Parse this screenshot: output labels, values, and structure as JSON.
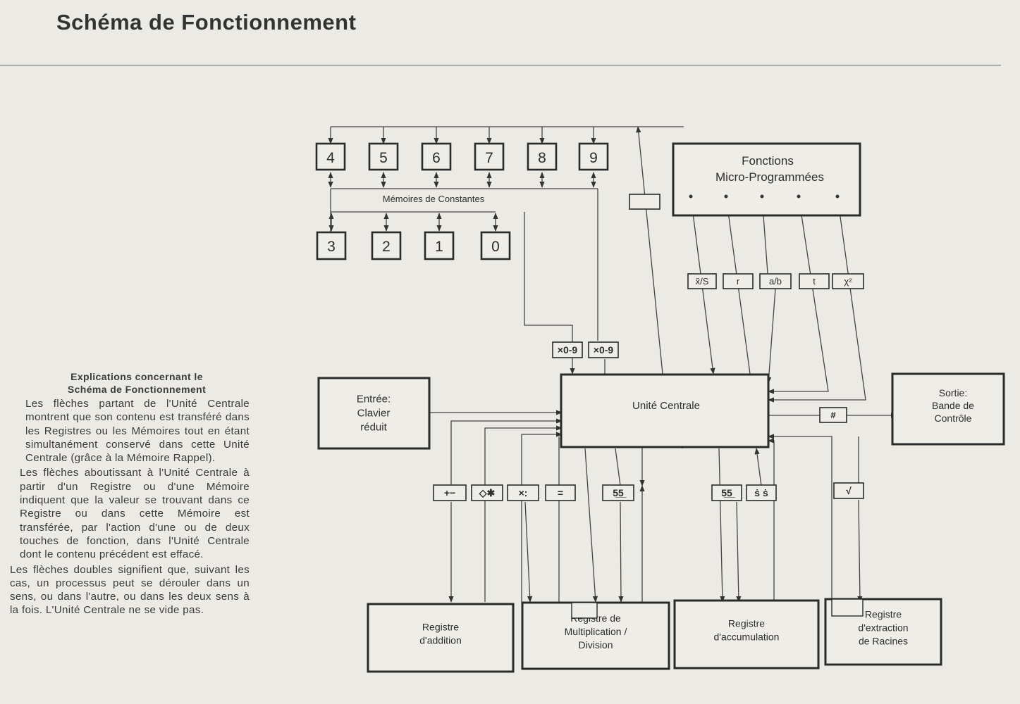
{
  "page": {
    "title": "Schéma de Fonctionnement"
  },
  "explanation": {
    "heading_line1": "Explications concernant le",
    "heading_line2": "Schéma de Fonctionnement",
    "paragraph1": "Les flèches partant de l'Unité Centrale montrent que son contenu est transféré dans les Registres ou les Mémoires tout en étant simultanément conservé dans cette Unité Centrale (grâce à la Mémoire Rappel).",
    "paragraph2": "Les flèches aboutissant à l'Unité Centrale à partir d'un Registre ou d'une Mémoire indiquent que la valeur se trouvant dans ce Registre ou dans cette Mémoire est transférée, par l'action d'une ou de deux touches de fonction, dans l'Unité Centrale dont le contenu précédent est effacé.",
    "paragraph3": "Les flèches doubles signifient que, suivant les cas, un processus peut se dérouler dans un sens, ou dans l'autre, ou dans les deux sens à la fois. L'Unité Centrale ne se vide pas."
  },
  "diagram": {
    "memory_label": "Mémoires de Constantes",
    "memories_top": [
      "4",
      "5",
      "6",
      "7",
      "8",
      "9"
    ],
    "memories_bottom": [
      "3",
      "2",
      "1",
      "0"
    ],
    "micro_title_line1": "Fonctions",
    "micro_title_line2": "Micro-Programmées",
    "micro_keys": [
      "x̄/S",
      "r",
      "a/b",
      "t",
      "χ²"
    ],
    "memory_keys": [
      "×0-9",
      "×0-9"
    ],
    "input_lines": [
      "Entrée:",
      "Clavier",
      "réduit"
    ],
    "central_label": "Unité Centrale",
    "output_key": "#",
    "output_lines": [
      "Sortie:",
      "Bande de",
      "Contrôle"
    ],
    "register_keys": [
      "+−",
      "◇✱",
      "×:",
      "=",
      "5̲5̲",
      "5̲5̲",
      "ṡ ṡ",
      "√"
    ],
    "registers": [
      {
        "lines": [
          "Registre",
          "d'addition"
        ]
      },
      {
        "lines": [
          "Registre de",
          "Multiplication /",
          "Division"
        ]
      },
      {
        "lines": [
          "Registre",
          "d'accumulation"
        ]
      },
      {
        "lines": [
          "Registre",
          "d'extraction",
          "de Racines"
        ]
      }
    ]
  }
}
